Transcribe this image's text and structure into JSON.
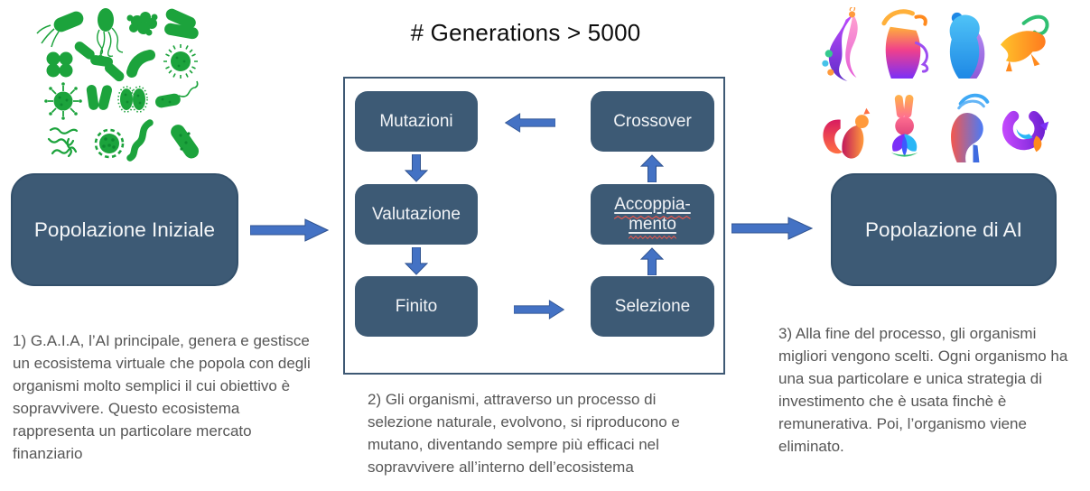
{
  "title": "# Generations > 5000",
  "flow": {
    "mutazioni": "Mutazioni",
    "valutazione": "Valutazione",
    "finito": "Finito",
    "crossover": "Crossover",
    "accoppiamento_line1": "Accoppia-",
    "accoppiamento_line2": "mento",
    "selezione": "Selezione"
  },
  "left": {
    "box_label": "Popolazione Iniziale",
    "caption": "1) G.A.I.A, l’AI principale, genera e gestisce un ecosistema virtuale che popola con degli organismi molto semplici il cui obiettivo è sopravvivere. Questo ecosistema rappresenta un particolare mercato finanziario",
    "image_icons": [
      "flagellated-rod",
      "flagellated-cell",
      "amoeba-blob",
      "crossed-rods",
      "cocci-cluster",
      "segmented-worm",
      "curved-rod",
      "spiky-ball",
      "virus-ball",
      "paired-rods",
      "spiky-ovals",
      "tailed-rod",
      "spirilla-worms",
      "dotted-coccus",
      "wavy-worm",
      "spotted-rod"
    ]
  },
  "center": {
    "caption": "2) Gli organismi, attraverso un processo di selezione naturale, evolvono, si riproducono e mutano, diventando sempre più efficaci nel sopravvivere all’interno dell’ecosistema"
  },
  "right": {
    "box_label": "Popolazione di AI",
    "caption": "3) Alla fine del processo, gli organismi migliori vengono scelti. Ogni organismo ha una sua particolare e unica strategia di investimento che è usata finchè è remunerativa. Poi, l’organismo viene eliminato.",
    "animal_icons": [
      "peacock-icon",
      "bull-icon",
      "bear-icon",
      "lion-icon",
      "squirrel-icon",
      "rabbit-icon",
      "goat-icon",
      "swirl-bird-icon"
    ]
  },
  "colors": {
    "box_fill": "#3D5A75",
    "box_text": "#F2F4F7",
    "arrow_fill": "#4472C4",
    "arrow_stroke": "#2F528F",
    "frame_border": "#3E5974",
    "caption_text": "#565656",
    "title_text": "#0D0D0D",
    "microbe_green": "#1CA33C",
    "spellcheck_red": "#E0584F"
  }
}
